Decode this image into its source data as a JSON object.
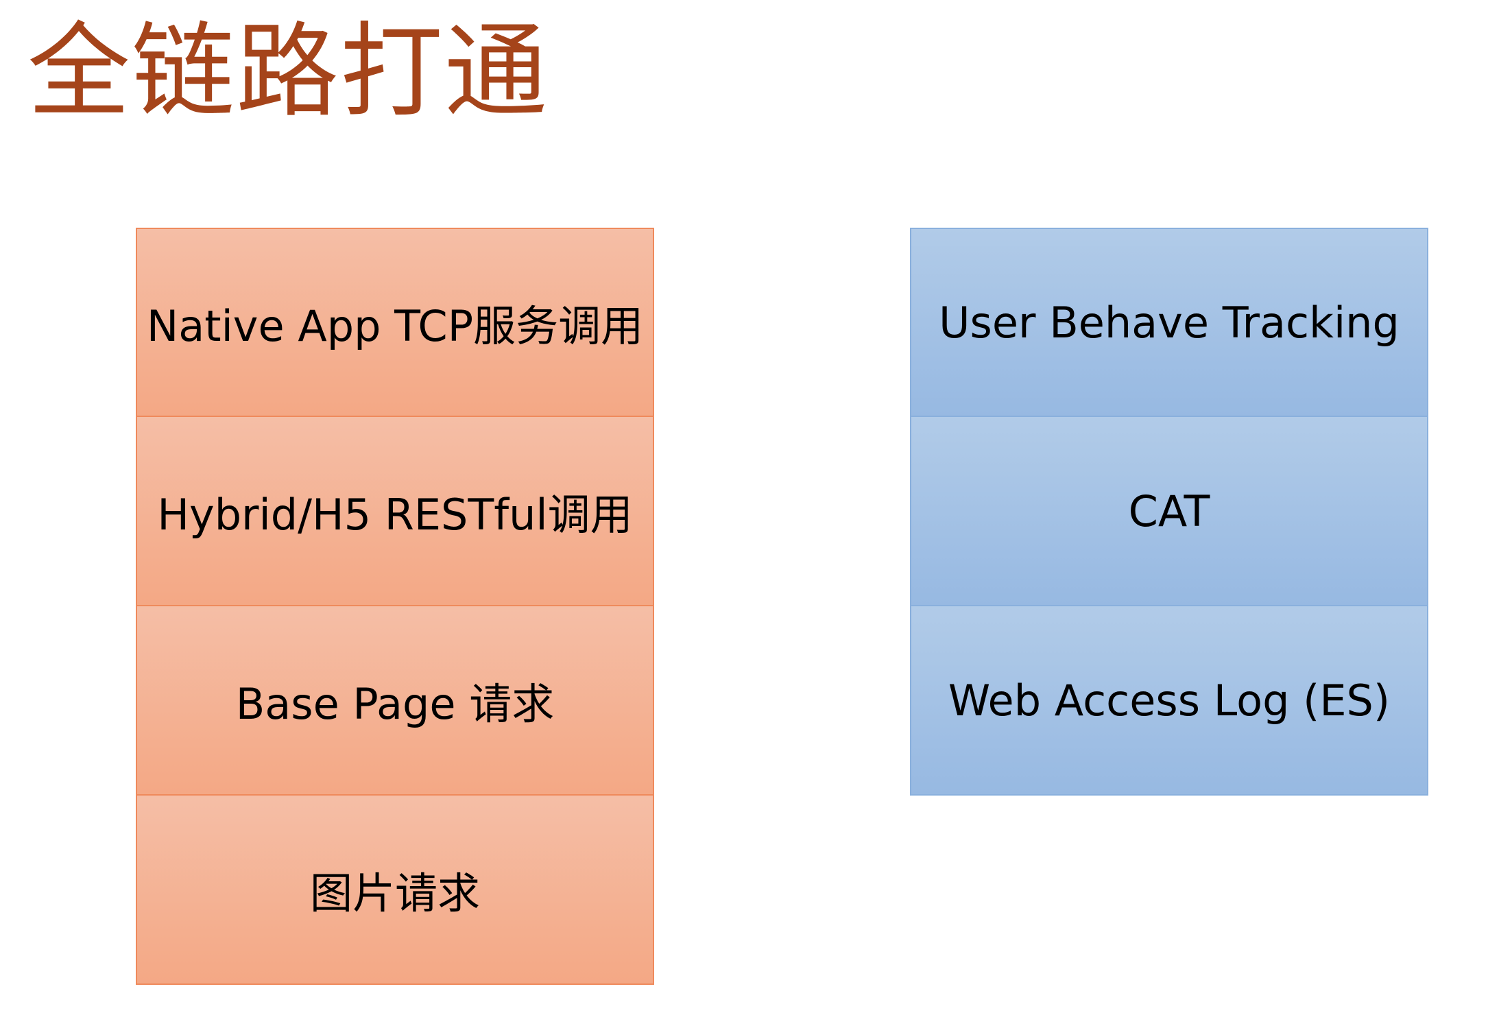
{
  "title": "全链路打通",
  "left_stack": {
    "items": [
      {
        "label": "Native App TCP服务调用"
      },
      {
        "label": "Hybrid/H5 RESTful调用"
      },
      {
        "label": "Base Page 请求"
      },
      {
        "label": "图片请求"
      }
    ]
  },
  "right_stack": {
    "items": [
      {
        "label": "User Behave Tracking"
      },
      {
        "label": "CAT"
      },
      {
        "label": "Web Access Log (ES)"
      }
    ]
  },
  "colors": {
    "title": "#a5441a",
    "left_fill": "#f4a885",
    "left_border": "#ef8a5c",
    "right_fill": "#97b9e2",
    "right_border": "#8ab0dd"
  }
}
